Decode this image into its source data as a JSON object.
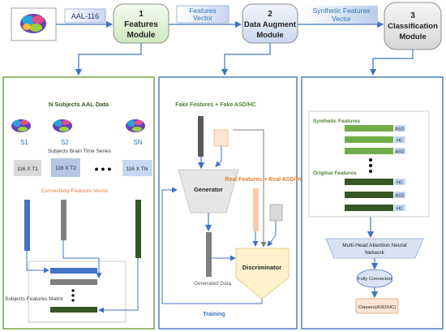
{
  "top": {
    "aal_label": "AAL-116",
    "features_vector_line1": "Features",
    "features_vector_line2": "Vector",
    "synthetic_vector_line1": "Synthetic Features",
    "synthetic_vector_line2": "Vector",
    "module1": {
      "number": "1",
      "line1": "Features",
      "line2": "Module"
    },
    "module2": {
      "number": "2",
      "line1": "Data Augment",
      "line2": "Module"
    },
    "module3": {
      "number": "3",
      "line1": "Classification",
      "line2": "Module"
    }
  },
  "panel1": {
    "title": "N Subjects AAL Data",
    "s1": "S1",
    "s2": "S2",
    "sn": "SN",
    "time_series_label": "Subjects Brain Time Series",
    "box1": "116 X T1",
    "box2": "116 X T2",
    "box3": "116 X TN",
    "dots": "●  ●  ●",
    "connectivity_label": "Connectivity Features Vector",
    "matrix_label": "Subjects Features Matrix"
  },
  "panel2": {
    "fake_label": "Fake Features + Fake ASD/HC",
    "real_label": "Real Features + Real ASD/HC",
    "generator": "Generator",
    "discriminator": "Discriminator",
    "generated_data": "Generated Data",
    "training": "Training"
  },
  "panel3": {
    "synthetic_label": "Synthetic Features",
    "original_label": "Original Features",
    "labels_synth": [
      "ASD",
      "HC",
      "ASD"
    ],
    "labels_orig": [
      "HC",
      "ASD",
      "HC"
    ],
    "attention_line1": "Multi-Head Attention Neural",
    "attention_line2": "Network",
    "fully_connected": "Fully Connected",
    "classes": "Classes(ASD/HC)"
  },
  "colors": {
    "panel_green_border": "#7aa24a",
    "panel_blue_border": "#4f81bd",
    "arrow_blue": "#3f73c4",
    "bar_blue": "#4472c4",
    "bar_gray": "#7f7f7f",
    "bar_dark_green": "#375623",
    "bar_light_green": "#70ad47",
    "label_green": "#548235",
    "label_orange": "#ed7d31",
    "label_blue": "#2e75b6"
  }
}
